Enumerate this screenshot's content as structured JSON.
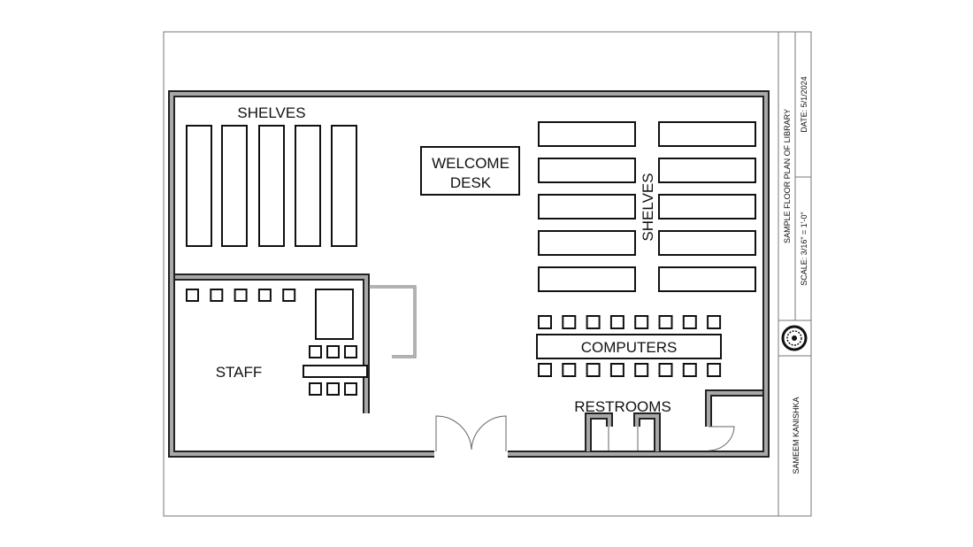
{
  "labels": {
    "shelves_left": "SHELVES",
    "shelves_right": "SHELVES",
    "welcome_desk_line1": "WELCOME",
    "welcome_desk_line2": "DESK",
    "staff": "STAFF",
    "computers": "COMPUTERS",
    "restrooms": "RESTROOMS"
  },
  "title_block": {
    "title": "SAMPLE FLOOR PLAN OF LIBRARY",
    "date": "DATE: 5/1/2024",
    "scale": "SCALE: 3/16\" = 1'-0\"",
    "author": "SAMEEM KANISHKA"
  },
  "counts": {
    "left_shelves": 5,
    "right_shelves": 10,
    "computer_chairs": 16,
    "staff_chairs": 11
  }
}
